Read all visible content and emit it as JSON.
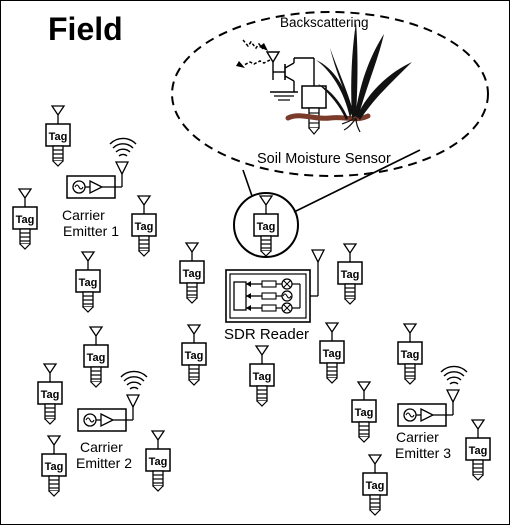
{
  "field": {
    "title": "Field"
  },
  "callout": {
    "backscatter_label": "Backscattering",
    "sensor_label": "Soil Moisture Sensor"
  },
  "tag_label": "Tag",
  "reader": {
    "label": "SDR Reader"
  },
  "emitters": [
    {
      "line1": "Carrier",
      "line2": "Emitter 1"
    },
    {
      "line1": "Carrier",
      "line2": "Emitter 2"
    },
    {
      "line1": "Carrier",
      "line2": "Emitter 3"
    }
  ],
  "colors": {
    "soil": "#7a3b2a",
    "plant": "#111111",
    "line": "#000000",
    "background": "#ffffff"
  }
}
